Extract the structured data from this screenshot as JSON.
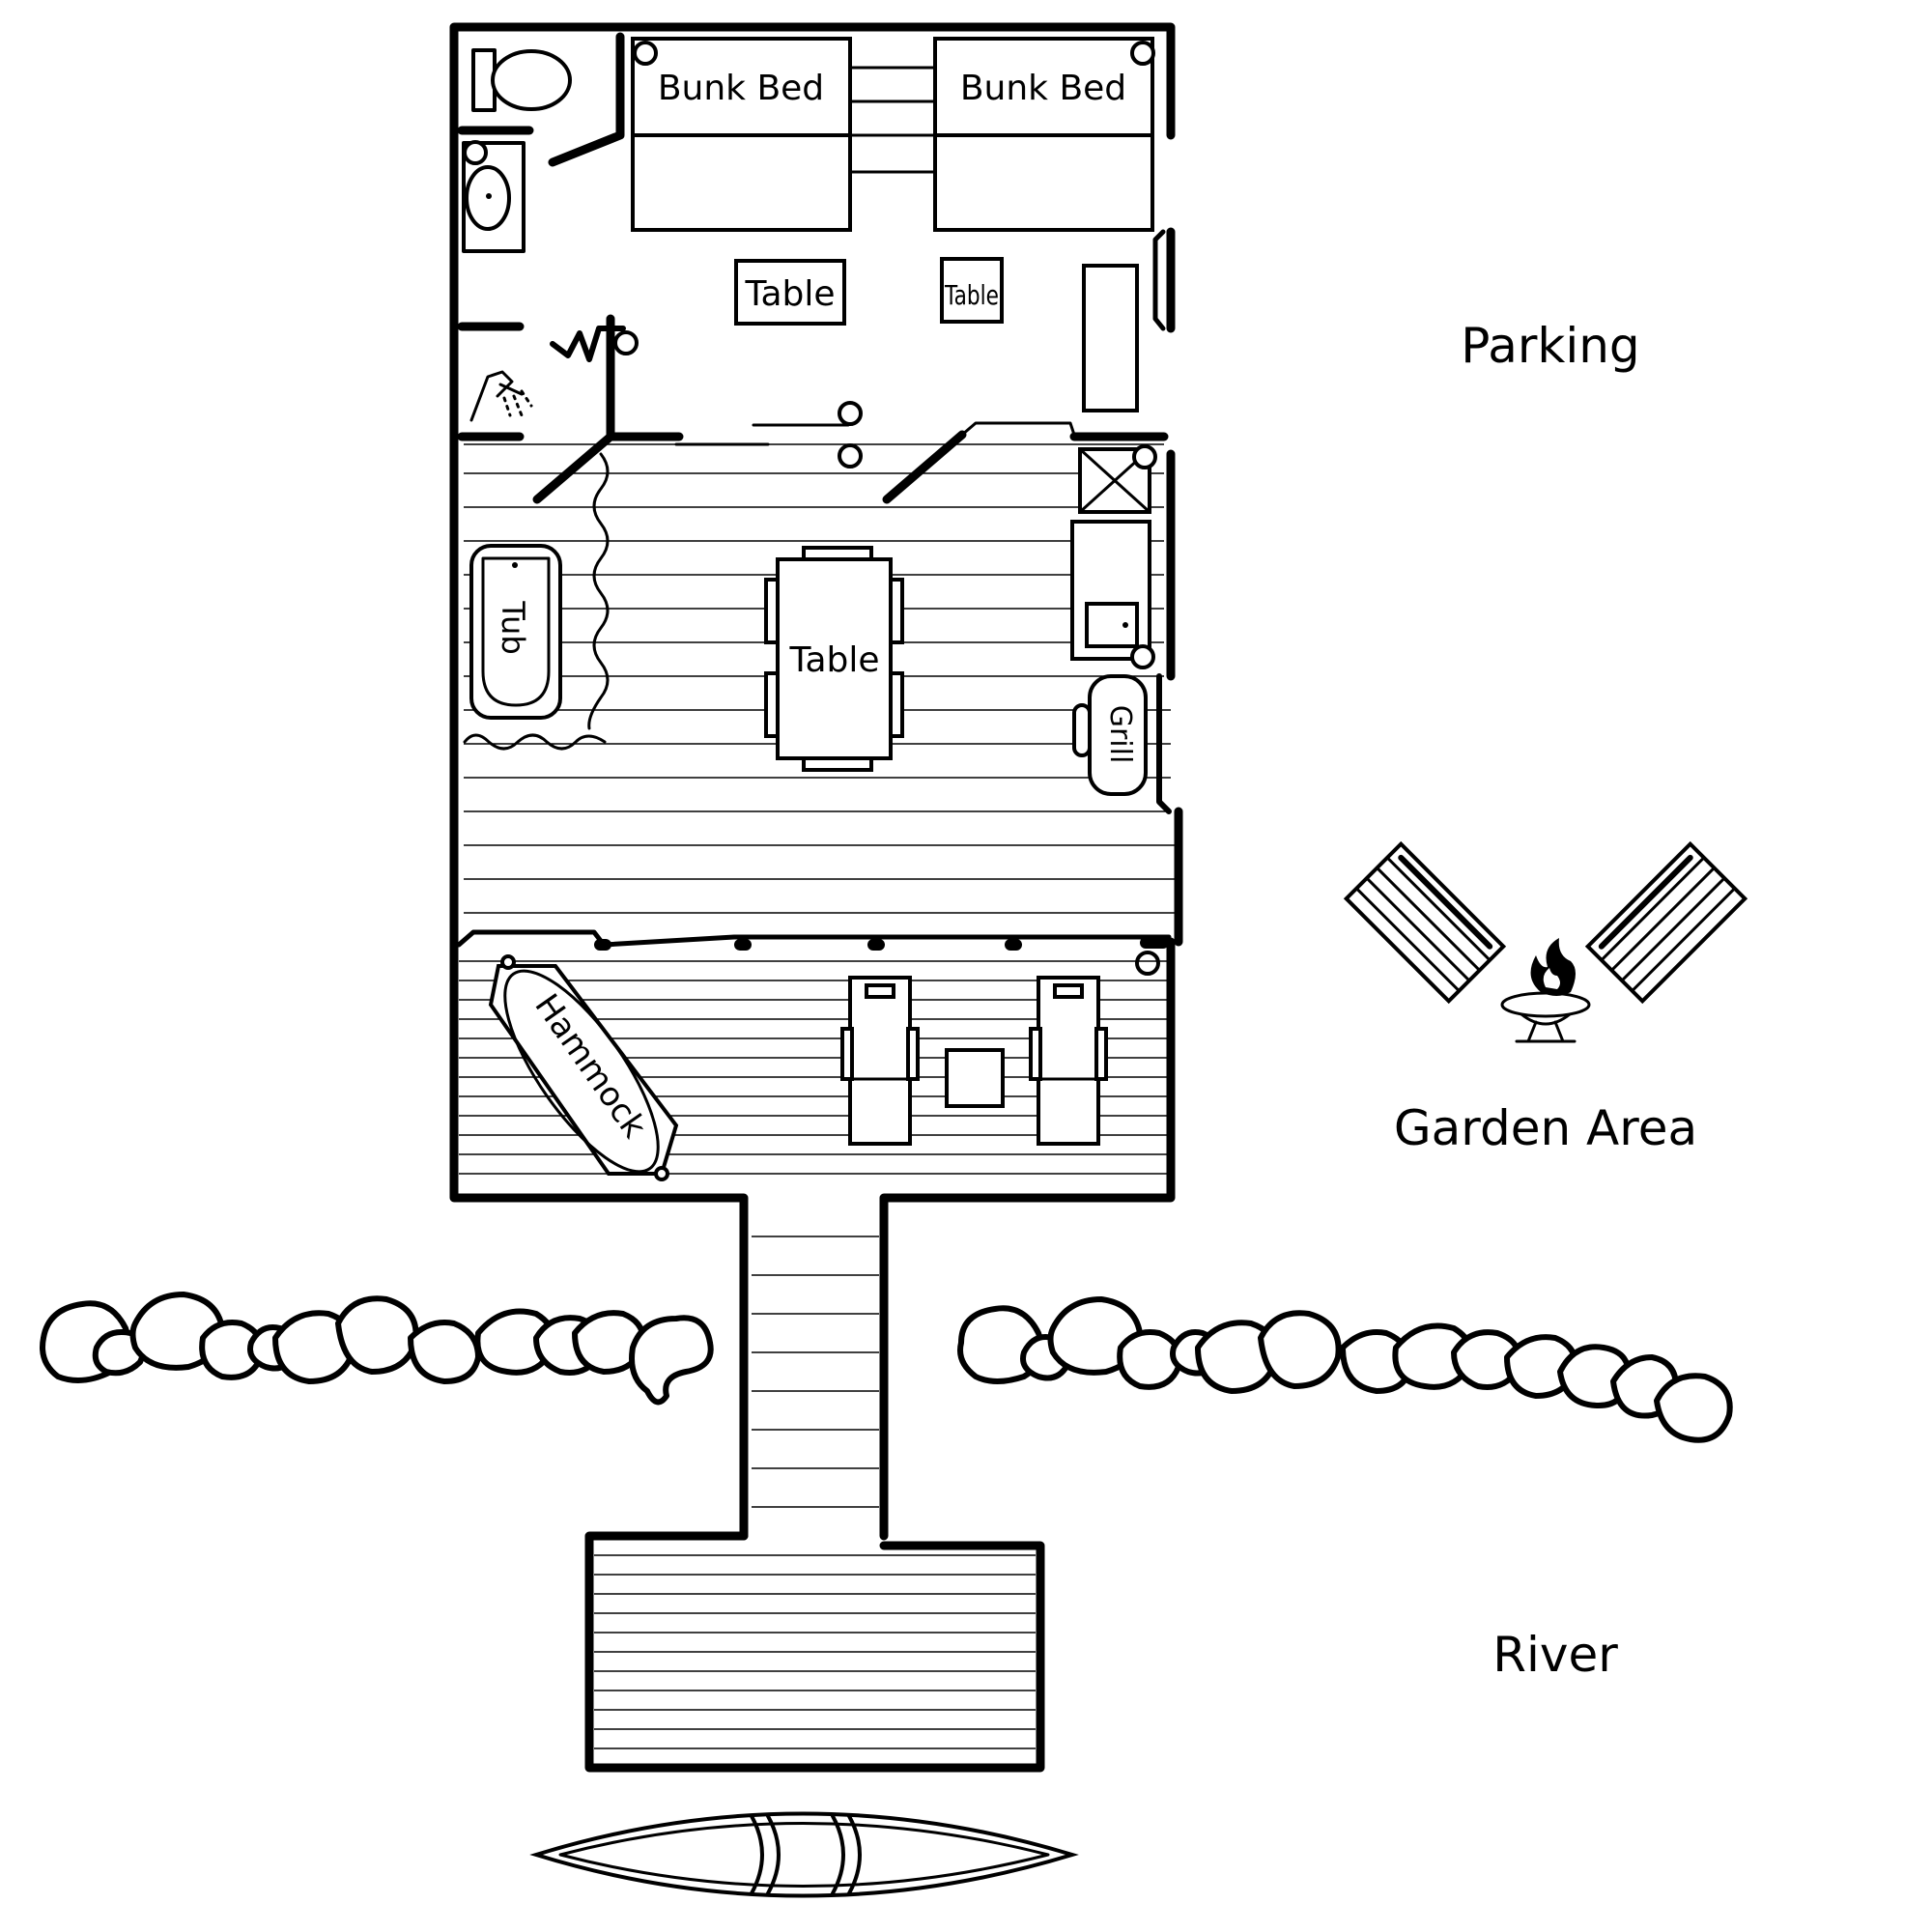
{
  "labels": {
    "bunk_bed_left": "Bunk Bed",
    "bunk_bed_right": "Bunk Bed",
    "table_small_left": "Table",
    "table_small_right": "Table",
    "tub": "Tub",
    "dining_table": "Table",
    "grill": "Grill",
    "hammock": "Hammock",
    "parking": "Parking",
    "garden_area": "Garden Area",
    "river": "River"
  },
  "colors": {
    "ink": "#000000",
    "paper": "#ffffff",
    "fire": "#000000"
  },
  "icons": [
    "toilet-icon",
    "sink-icon",
    "shower-icon",
    "campfire-icon",
    "outlet-icon"
  ]
}
